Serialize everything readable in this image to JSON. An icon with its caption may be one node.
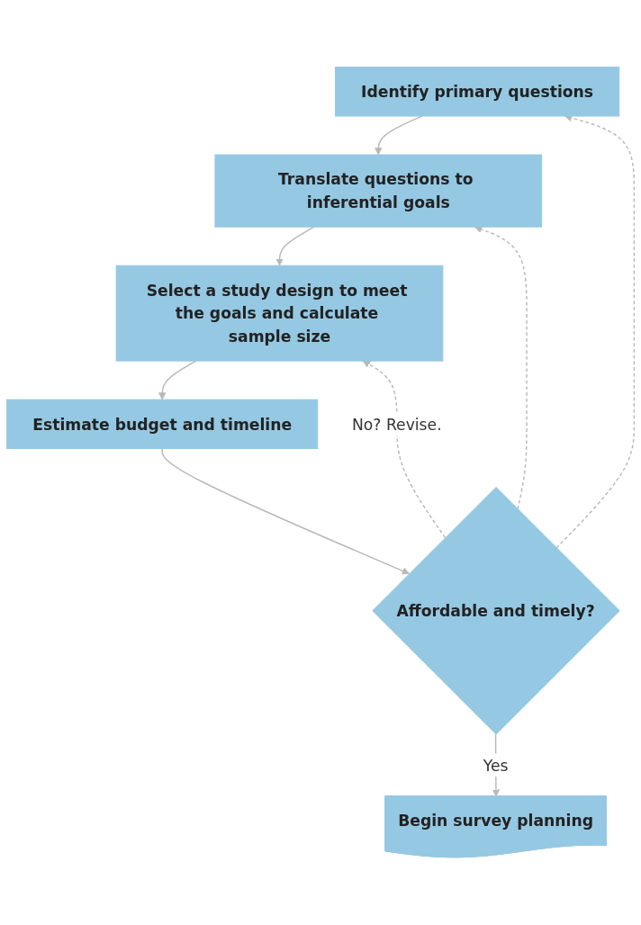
{
  "diagram": {
    "nodes": [
      {
        "text": [
          "Identify primary questions"
        ]
      },
      {
        "text": [
          "Translate questions to inferential goals"
        ]
      },
      {
        "text": [
          "Select a study design to meet the goals and calculate sample size"
        ]
      },
      {
        "text": [
          "Estimate budget and timeline"
        ]
      },
      {
        "text": [
          "Affordable and timely?"
        ]
      },
      {
        "text": [
          "Begin survey planning"
        ]
      }
    ],
    "edges": [
      {
        "from": 0,
        "to": 1,
        "arrow": "to"
      },
      {
        "from": 1,
        "to": 2,
        "arrow": "to"
      },
      {
        "from": 2,
        "to": 3,
        "arrow": "to"
      },
      {
        "from": 3,
        "to": 4,
        "arrow": "to"
      },
      {
        "from": 4,
        "to": 5,
        "arrow": "to",
        "label": "Yes"
      },
      {
        "from": 4,
        "to": 2,
        "arrow": "to",
        "label": "No? Revise.",
        "style": "dashed"
      },
      {
        "from": 4,
        "to": 1,
        "arrow": "to",
        "style": "dashed"
      },
      {
        "from": 4,
        "to": 0,
        "arrow": "to",
        "style": "dashed"
      }
    ]
  }
}
